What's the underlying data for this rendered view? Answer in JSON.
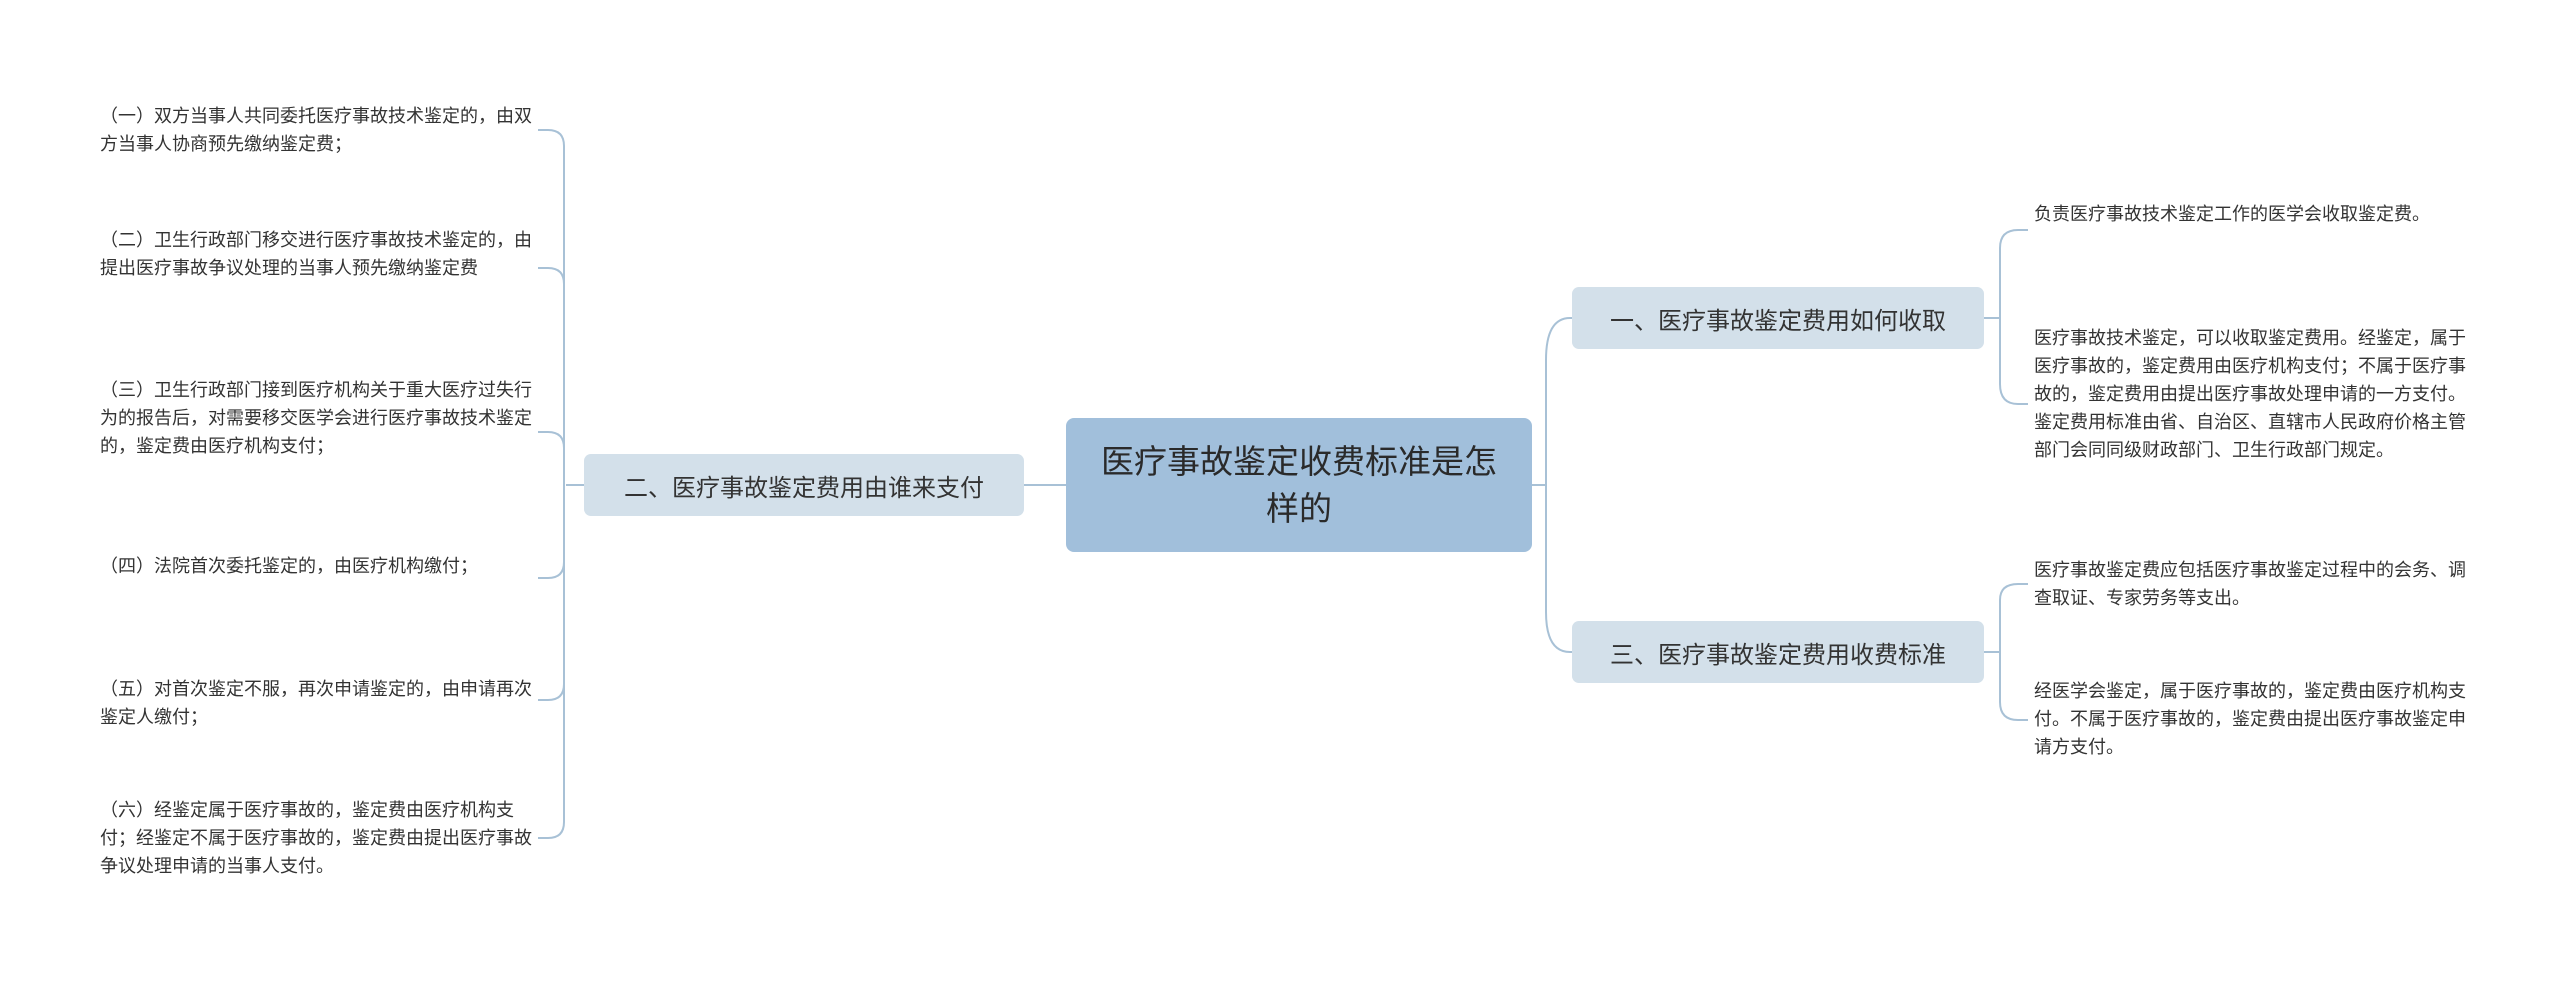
{
  "root": {
    "title": "医疗事故鉴定收费标准是怎样的"
  },
  "branches": [
    {
      "label": "一、医疗事故鉴定费用如何收取",
      "leaves": [
        "负责医疗事故技术鉴定工作的医学会收取鉴定费。",
        "医疗事故技术鉴定，可以收取鉴定费用。经鉴定，属于医疗事故的，鉴定费用由医疗机构支付；不属于医疗事故的，鉴定费用由提出医疗事故处理申请的一方支付。鉴定费用标准由省、自治区、直辖市人民政府价格主管部门会同同级财政部门、卫生行政部门规定。"
      ]
    },
    {
      "label": "二、医疗事故鉴定费用由谁来支付",
      "leaves": [
        "（一）双方当事人共同委托医疗事故技术鉴定的，由双方当事人协商预先缴纳鉴定费；",
        "（二）卫生行政部门移交进行医疗事故技术鉴定的，由提出医疗事故争议处理的当事人预先缴纳鉴定费",
        "（三）卫生行政部门接到医疗机构关于重大医疗过失行为的报告后，对需要移交医学会进行医疗事故技术鉴定的，鉴定费由医疗机构支付；",
        "（四）法院首次委托鉴定的，由医疗机构缴付；",
        "（五）对首次鉴定不服，再次申请鉴定的，由申请再次鉴定人缴付；",
        "（六）经鉴定属于医疗事故的，鉴定费由医疗机构支付；经鉴定不属于医疗事故的，鉴定费由提出医疗事故争议处理申请的当事人支付。"
      ]
    },
    {
      "label": "三、医疗事故鉴定费用收费标准",
      "leaves": [
        "医疗事故鉴定费应包括医疗事故鉴定过程中的会务、调查取证、专家劳务等支出。",
        "经医学会鉴定，属于医疗事故的，鉴定费由医疗机构支付。不属于医疗事故的，鉴定费由提出医疗事故鉴定申请方支付。"
      ]
    }
  ],
  "colors": {
    "background": "#ffffff",
    "root_fill": "#a1bfdb",
    "branch_fill": "#d3e0ea",
    "connector": "#a8c1d6",
    "text": "#333333"
  }
}
